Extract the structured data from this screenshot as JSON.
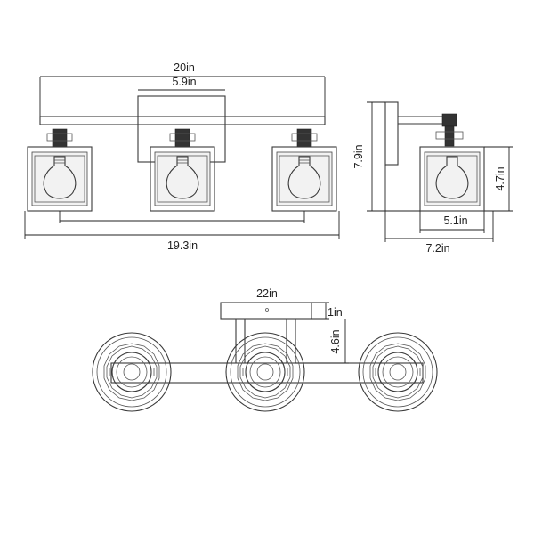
{
  "front_view": {
    "overall_width": "20in",
    "backplate_width": "5.9in",
    "shade_span": "19.3in"
  },
  "side_view": {
    "total_height": "7.9in",
    "shade_height": "4.7in",
    "shade_depth": "5.1in",
    "total_depth": "7.2in"
  },
  "top_view": {
    "overall_width": "22in",
    "backplate_depth": "1in",
    "arm_projection": "4.6in"
  }
}
